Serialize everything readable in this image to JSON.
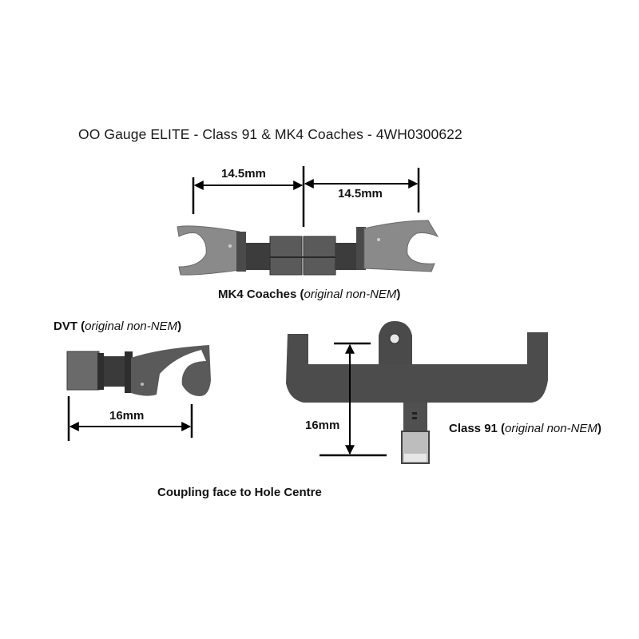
{
  "title": "OO Gauge ELITE - Class 91 & MK4 Coaches - 4WH0300622",
  "mk4": {
    "dim_left": "14.5mm",
    "dim_right": "14.5mm",
    "caption_bold": "MK4 Coaches (",
    "caption_italic": "original non-NEM",
    "caption_close": ")"
  },
  "dvt": {
    "caption_bold": "DVT (",
    "caption_italic": "original non-NEM",
    "caption_close": ")",
    "dim": "16mm"
  },
  "class91": {
    "caption_bold": "Class 91  (",
    "caption_italic": "original non-NEM",
    "caption_close": ")",
    "dim": "16mm"
  },
  "footer_note": "Coupling face to Hole Centre",
  "colors": {
    "mk4_arm": "#8a8a8a",
    "mk4_dark": "#3a3a3a",
    "dvt_arm": "#5a5a5a",
    "class91_body": "#4a4a4a",
    "dimension_line": "#000000"
  }
}
